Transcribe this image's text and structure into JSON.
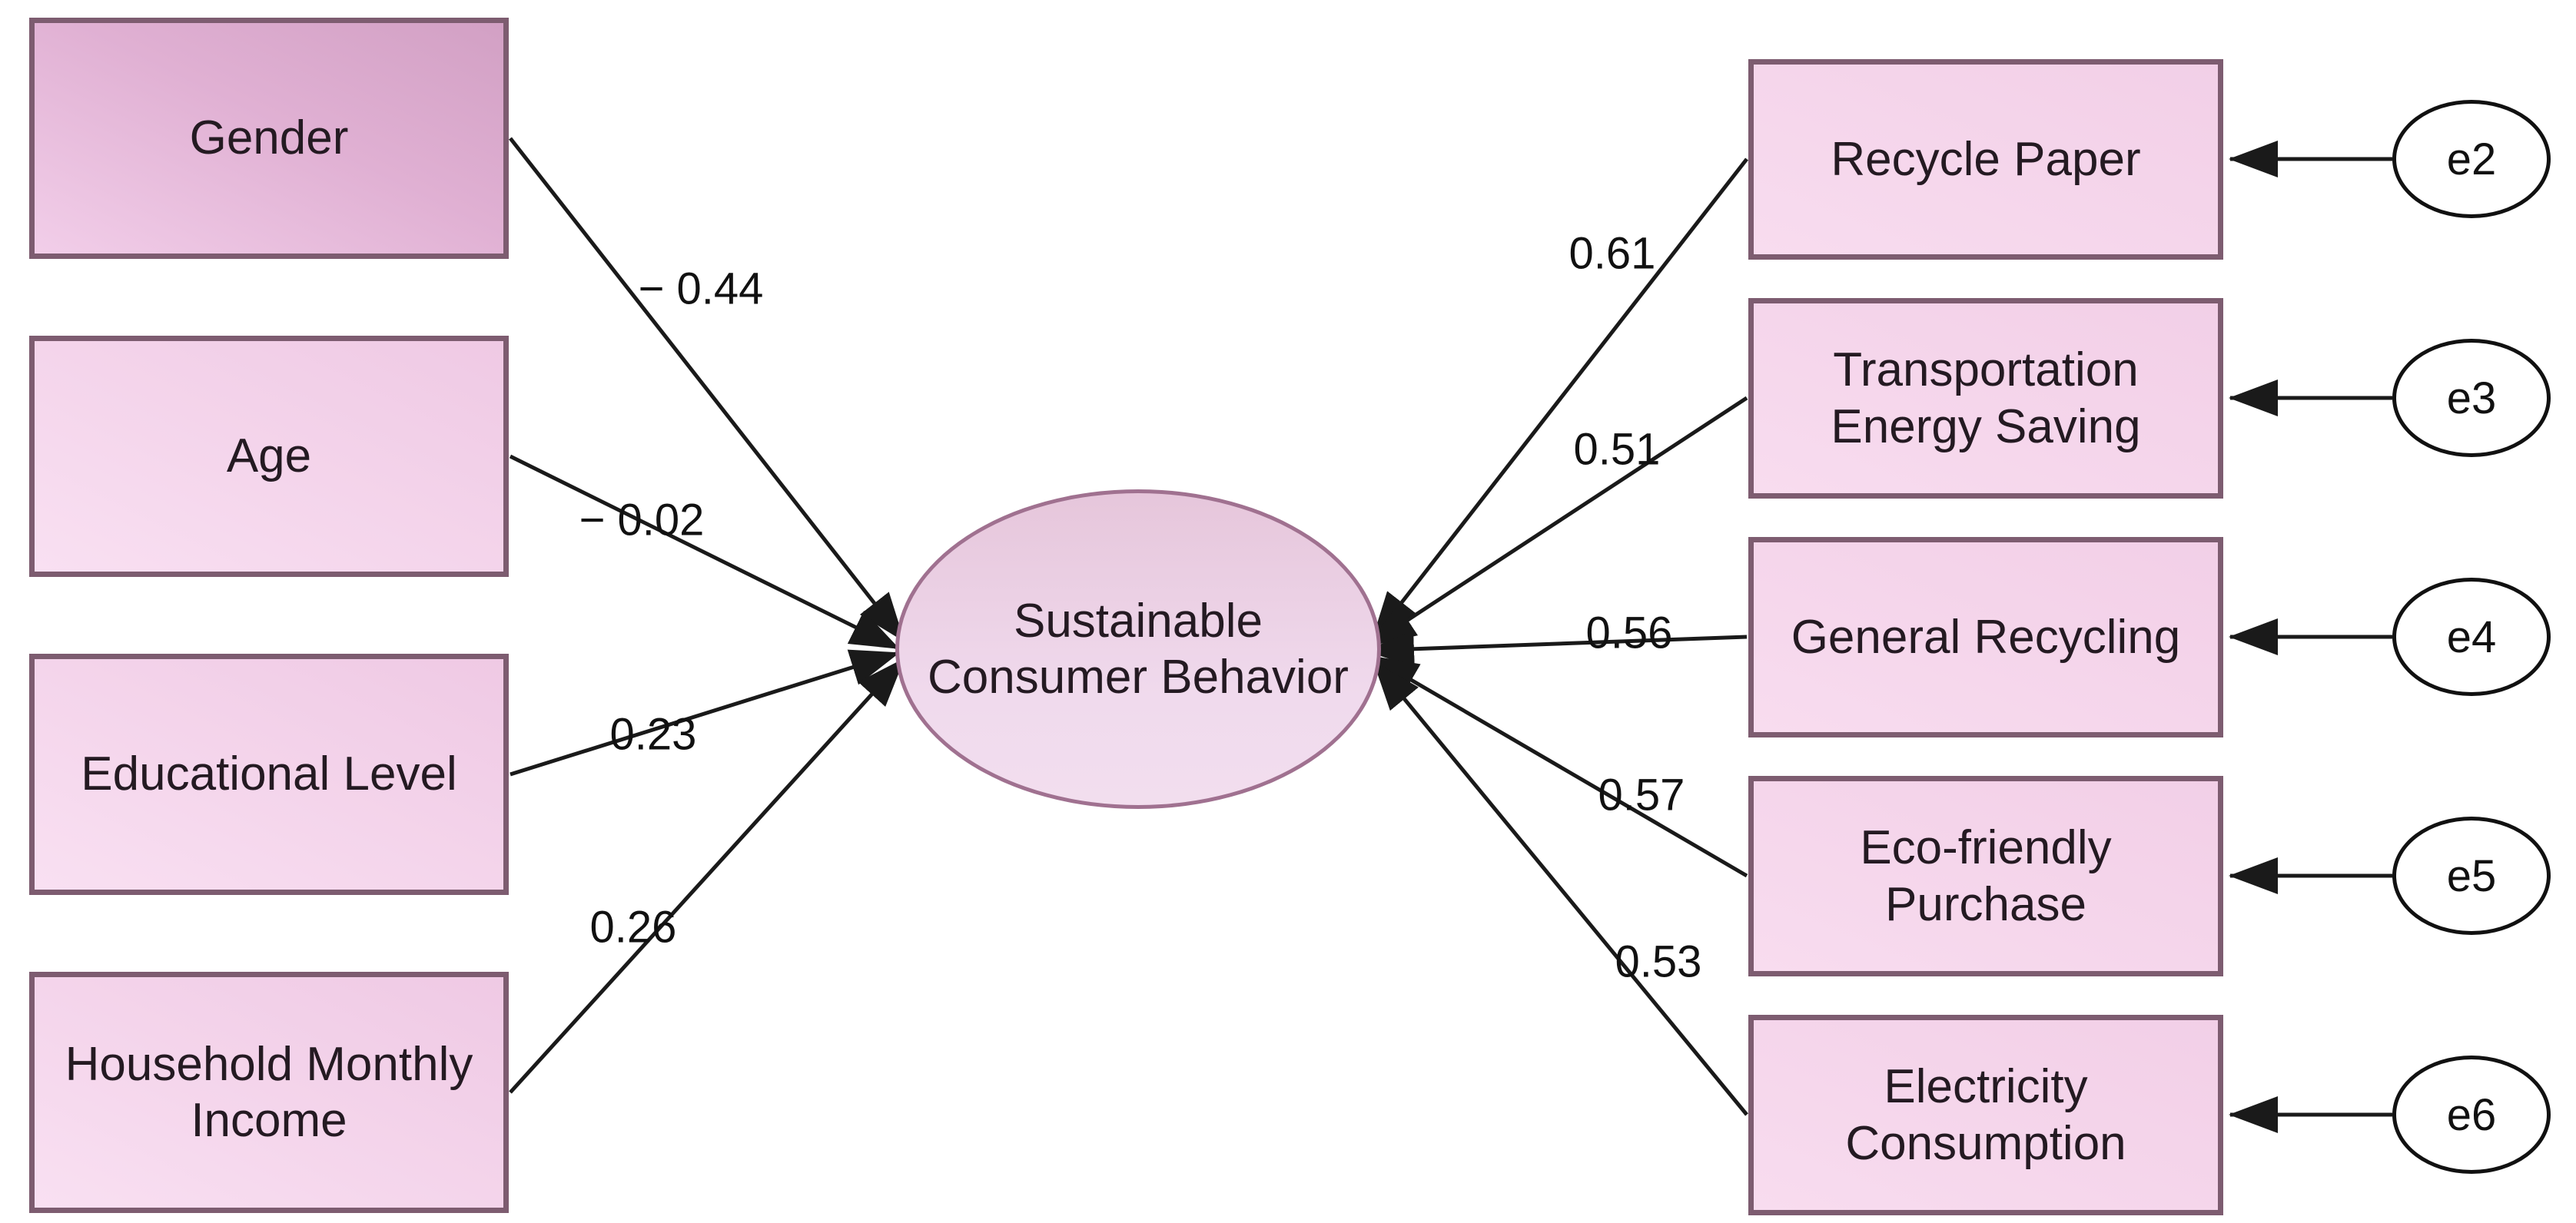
{
  "diagram": {
    "type": "structural-equation-model",
    "latent": {
      "label": "Sustainable\nConsumer Behavior"
    },
    "predictors": [
      {
        "label": "Gender",
        "coef": "− 0.44"
      },
      {
        "label": "Age",
        "coef": "− 0.02"
      },
      {
        "label": "Educational Level",
        "coef": "0.23"
      },
      {
        "label": "Household Monthly\nIncome",
        "coef": "0.26"
      }
    ],
    "indicators": [
      {
        "label": "Recycle Paper",
        "coef": "0.61",
        "error_label": "e2"
      },
      {
        "label": "Transportation\nEnergy Saving",
        "coef": "0.51",
        "error_label": "e3"
      },
      {
        "label": "General Recycling",
        "coef": "0.56",
        "error_label": "e4"
      },
      {
        "label": "Eco-friendly\nPurchase",
        "coef": "0.57",
        "error_label": "e5"
      },
      {
        "label": "Electricity\nConsumption",
        "coef": "0.53",
        "error_label": "e6"
      }
    ],
    "colors": {
      "rect_border": "#7d5c70",
      "rect_fill_light": "#f9e0f2",
      "rect_fill_gender_dark": "#d2a0c4",
      "latent_border": "#a07190",
      "latent_fill": "#eed8ea",
      "error_border": "#111111",
      "arrow": "#1a1a1a",
      "text": "#241a22",
      "background": "#ffffff"
    }
  }
}
